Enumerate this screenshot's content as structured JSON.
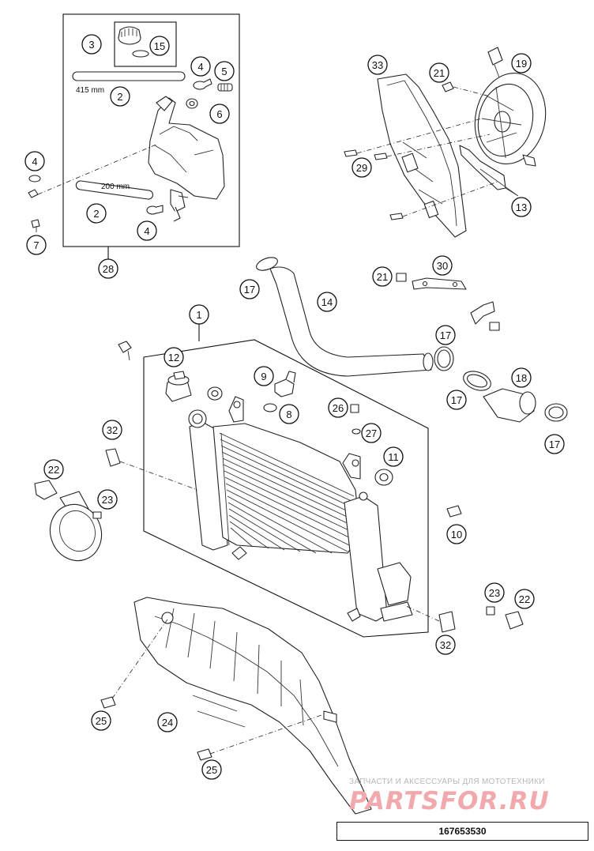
{
  "callouts": [
    {
      "n": "1"
    },
    {
      "n": "2"
    },
    {
      "n": "2"
    },
    {
      "n": "3"
    },
    {
      "n": "4"
    },
    {
      "n": "4"
    },
    {
      "n": "4"
    },
    {
      "n": "5"
    },
    {
      "n": "6"
    },
    {
      "n": "7"
    },
    {
      "n": "8"
    },
    {
      "n": "9"
    },
    {
      "n": "10"
    },
    {
      "n": "11"
    },
    {
      "n": "12"
    },
    {
      "n": "13"
    },
    {
      "n": "14"
    },
    {
      "n": "15"
    },
    {
      "n": "17"
    },
    {
      "n": "17"
    },
    {
      "n": "17"
    },
    {
      "n": "17"
    },
    {
      "n": "18"
    },
    {
      "n": "19"
    },
    {
      "n": "21"
    },
    {
      "n": "21"
    },
    {
      "n": "22"
    },
    {
      "n": "22"
    },
    {
      "n": "23"
    },
    {
      "n": "23"
    },
    {
      "n": "24"
    },
    {
      "n": "25"
    },
    {
      "n": "25"
    },
    {
      "n": "26"
    },
    {
      "n": "27"
    },
    {
      "n": "28"
    },
    {
      "n": "29"
    },
    {
      "n": "30"
    },
    {
      "n": "32"
    },
    {
      "n": "32"
    },
    {
      "n": "33"
    }
  ],
  "dimensions": {
    "hose_long": "415 mm",
    "hose_short": "200 mm"
  },
  "watermark": {
    "tagline": "ЗАПЧАСТИ И АКСЕССУАРЫ ДЛЯ МОТОТЕХНИКИ",
    "logo": "PARTSFOR.RU"
  },
  "drawing_number": "167653530",
  "colors": {
    "line": "#222222",
    "watermark_logo": "#f2a9ad",
    "watermark_text": "#b8b8b8"
  }
}
